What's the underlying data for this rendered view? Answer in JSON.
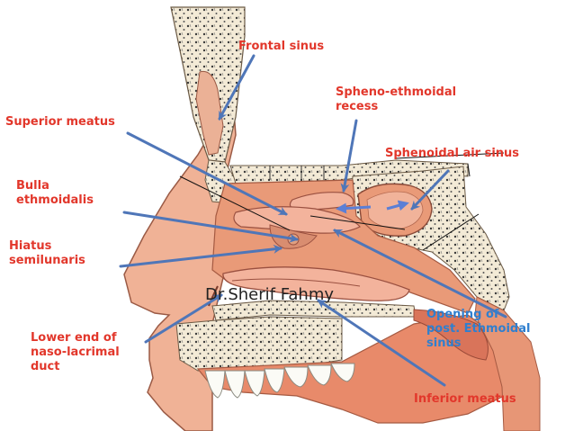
{
  "diagram": {
    "credit": "Dr.Sherif Fahmy",
    "labels": {
      "frontal_sinus": "Frontal sinus",
      "spheno_ethmoidal_recess": "Spheno-ethmoidal\nrecess",
      "superior_meatus": "Superior meatus",
      "sphenoidal_air_sinus": "Sphenoidal air sinus",
      "bulla_ethmoidalis": "Bulla\nethmoidalis",
      "hiatus_semilunaris": "Hiatus\nsemilunaris",
      "opening_post_ethmoidal_sinus": "Opening of\npost. Ethmoidal\nsinus",
      "lower_end_naso_lacrimal_duct": "Lower end of\nnaso-lacrimal\nduct",
      "inferior_meatus": "Inferior meatus"
    },
    "colors": {
      "label_red": "#e2372b",
      "label_blue": "#2f7fcf",
      "pointer_arrow": "#4f76b8",
      "mucosa": "#e99a78",
      "mucosa_dark": "#d47a5b",
      "bone": "#f3ead6",
      "skin": "#f0b296"
    }
  }
}
